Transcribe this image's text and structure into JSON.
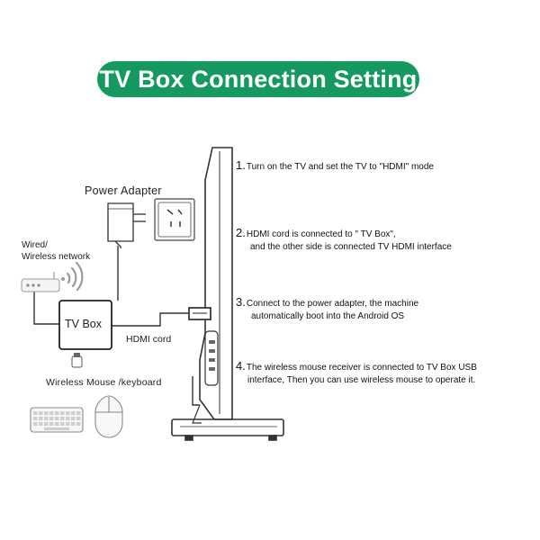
{
  "title": "TV Box Connection Setting",
  "labels": {
    "power_adapter": "Power Adapter",
    "wired_line1": "Wired/",
    "wired_line2": "Wireless network",
    "tv_box": "TV Box",
    "hdmi_cord": "HDMI cord",
    "wireless_mouse": "Wireless Mouse /keyboard"
  },
  "steps": [
    {
      "num": "1.",
      "line1": "Turn on the TV and set the TV to \"HDMI\" mode",
      "line2": ""
    },
    {
      "num": "2.",
      "line1": "HDMI cord is connected to \" TV Box\",",
      "line2": "and the other side is connected TV HDMI interface"
    },
    {
      "num": "3.",
      "line1": "Connect to the power adapter, the machine",
      "line2": "automatically boot into the Android OS"
    },
    {
      "num": "4.",
      "line1": "The wireless mouse receiver is connected to TV  Box USB",
      "line2": "interface, Then you can use wireless mouse to operate it."
    }
  ],
  "colors": {
    "title_bg": "#149a5e",
    "title_text": "#ffffff",
    "line": "#333333",
    "wifi": "#9a9a9a"
  },
  "icons": [
    "wifi-icon",
    "router-icon",
    "power-adapter-icon",
    "wall-socket-icon",
    "usb-receiver-icon",
    "keyboard-icon",
    "mouse-icon",
    "tv-icon"
  ]
}
